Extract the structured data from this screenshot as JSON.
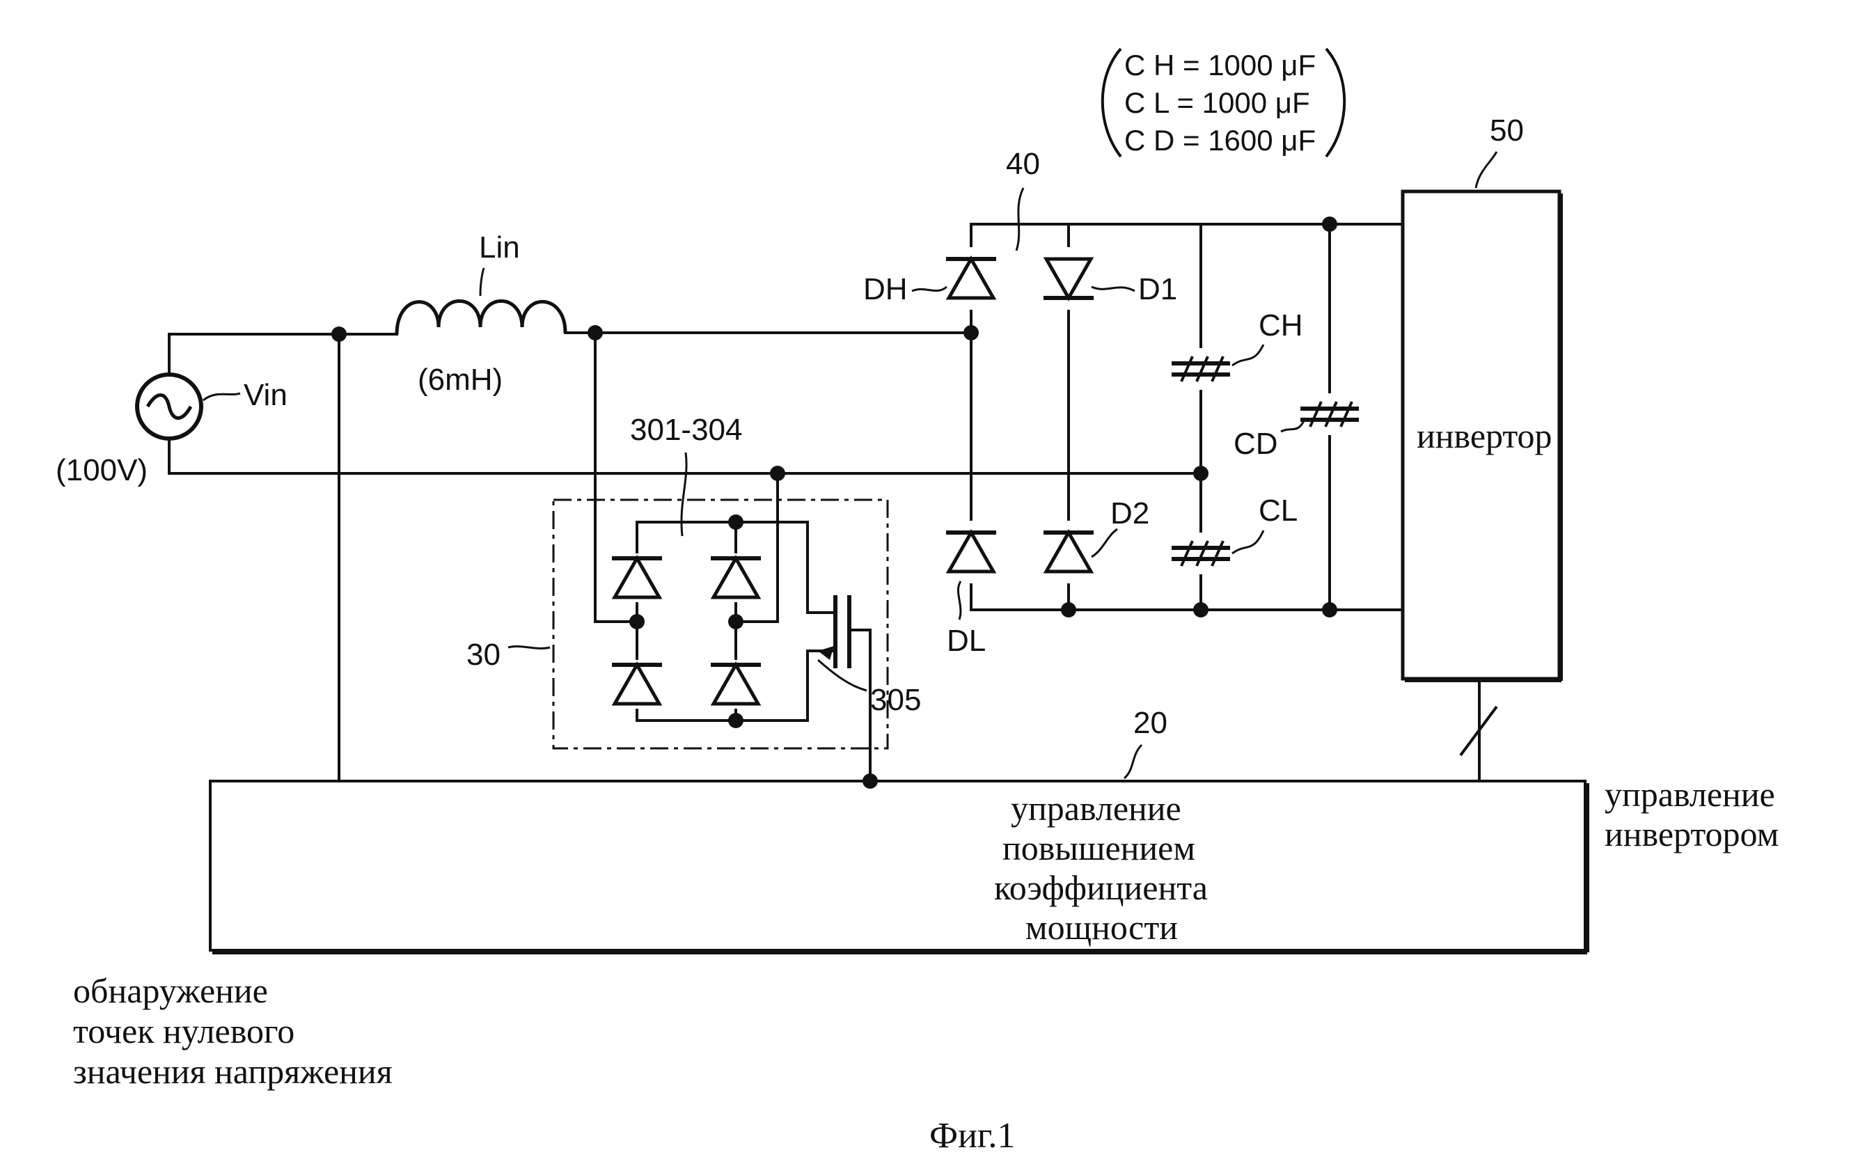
{
  "figure": {
    "caption": "Фиг.1",
    "capacitor_spec": {
      "ch": "C H = 1000 μF",
      "cl": "C L = 1000 μF",
      "cd": "C D = 1600 μF"
    },
    "source": {
      "name": "Vin",
      "value": "(100V)"
    },
    "inductor": {
      "name": "Lin",
      "value": "(6mH)"
    },
    "refs": {
      "bridge": "30",
      "bridge_diodes": "301-304",
      "switch": "305",
      "diode_block": "40",
      "inverter": "50",
      "controller": "20"
    },
    "diodes": {
      "dh": "DH",
      "d1": "D1",
      "d2": "D2",
      "dl": "DL"
    },
    "capacitors": {
      "ch": "CH",
      "cl": "CL",
      "cd": "CD"
    },
    "inverter_label": "инвертор",
    "controller_label": [
      "управление",
      "повышением",
      "коэффициента",
      "мощности"
    ],
    "inverter_control_label": [
      "управление",
      "инвертором"
    ],
    "zero_detect_label": [
      "обнаружение",
      "точек нулевого",
      "значения напряжения"
    ]
  }
}
